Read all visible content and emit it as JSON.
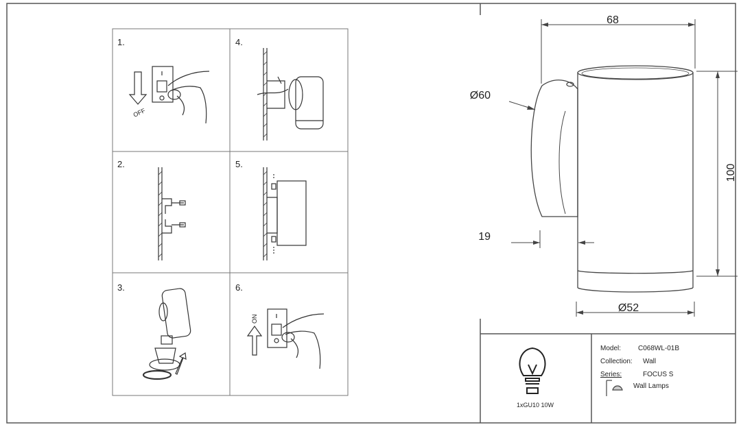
{
  "steps": [
    {
      "number": "1.",
      "label": "OFF"
    },
    {
      "number": "2."
    },
    {
      "number": "3."
    },
    {
      "number": "4."
    },
    {
      "number": "5."
    },
    {
      "number": "6.",
      "label": "ON"
    }
  ],
  "dimensions": {
    "width": "68",
    "mount_diameter": "Ø60",
    "height": "100",
    "offset": "19",
    "lamp_diameter": "Ø52"
  },
  "spec": {
    "bulb": "1xGU10 10W",
    "model_label": "Model:",
    "model_value": "C068WL-01B",
    "collection_label": "Collection:",
    "collection_value": "Wall",
    "series_label": "Series:",
    "series_value": "FOCUS S",
    "category": "Wall Lamps"
  }
}
